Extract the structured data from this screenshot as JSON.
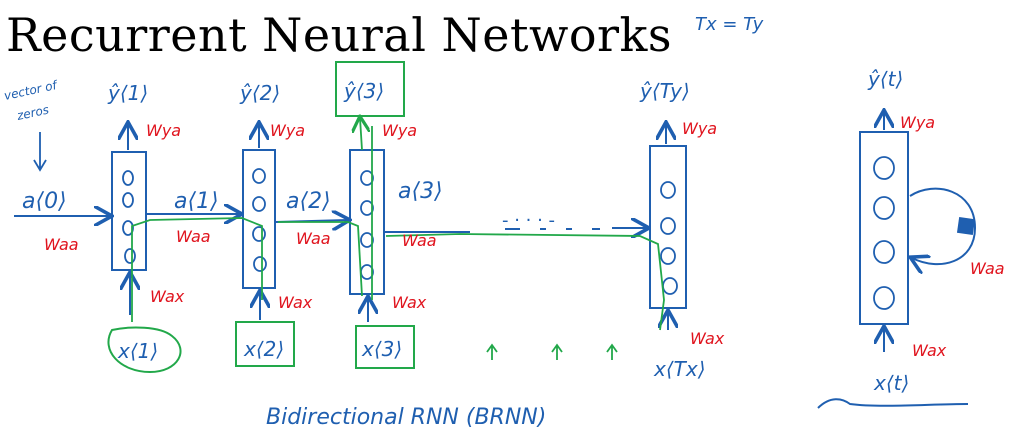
{
  "title": "Recurrent Neural Networks",
  "note_top": "Tx = Ty",
  "note_left": [
    "vector of",
    "zeros"
  ],
  "labels": {
    "a0": "a⟨0⟩",
    "a1": "a⟨1⟩",
    "a2": "a⟨2⟩",
    "a3": "a⟨3⟩",
    "y1": "ŷ⟨1⟩",
    "y2": "ŷ⟨2⟩",
    "y3": "ŷ⟨3⟩",
    "yTy": "ŷ⟨Ty⟩",
    "yt": "ŷ⟨t⟩",
    "x1": "x⟨1⟩",
    "x2": "x⟨2⟩",
    "x3": "x⟨3⟩",
    "xTx": "x⟨Tx⟩",
    "xt": "x⟨t⟩"
  },
  "weights": {
    "waa": "Waa",
    "wya": "Wya",
    "wax": "Wax"
  },
  "dots": "- · · · -",
  "caption": "Bidirectional RNN (BRNN)",
  "colors": {
    "ink_blue": "#1f5fb0",
    "ink_red": "#e0141e",
    "ink_green": "#22a84a",
    "text": "#000000"
  }
}
